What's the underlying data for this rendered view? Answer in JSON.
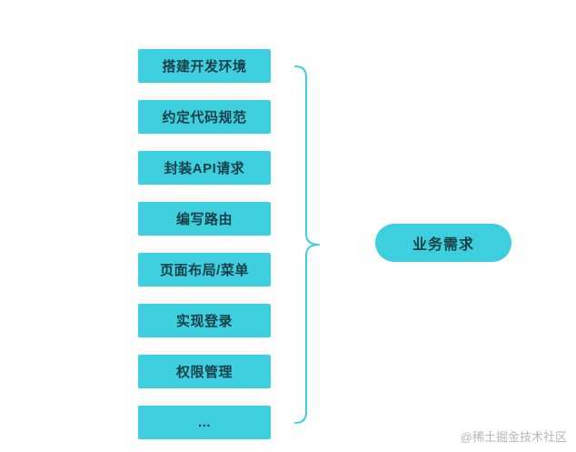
{
  "diagram": {
    "steps": [
      "搭建开发环境",
      "约定代码规范",
      "封装API请求",
      "编写路由",
      "页面布局/菜单",
      "实现登录",
      "权限管理",
      "..."
    ],
    "result": "业务需求",
    "colors": {
      "node_fill": "#3ecfdf",
      "node_text": "#173f48",
      "brace_stroke": "#3ecfdf",
      "watermark_text": "#b5b5b5"
    }
  },
  "watermark": "@稀土掘金技术社区"
}
